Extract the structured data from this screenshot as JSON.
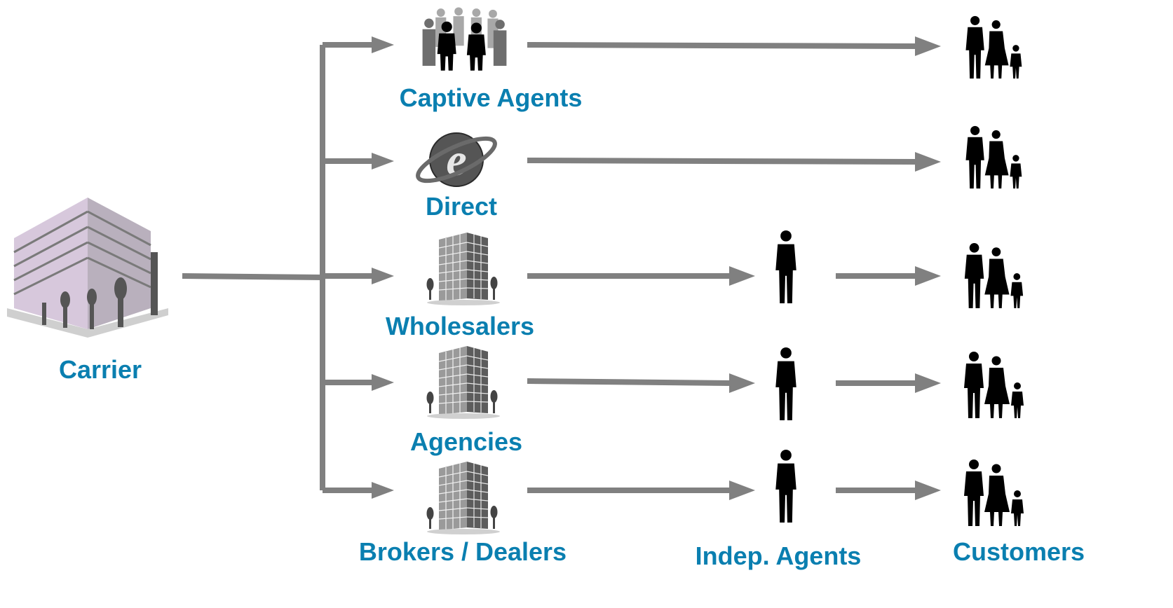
{
  "colors": {
    "label": "#0a7fb0",
    "arrow": "#808080",
    "figure": "#000000"
  },
  "nodes": {
    "carrier": {
      "label": "Carrier",
      "icon": "office-building-icon"
    },
    "channels": [
      {
        "id": "captive-agents",
        "label": "Captive Agents",
        "icon": "agent-group-icon"
      },
      {
        "id": "direct",
        "label": "Direct",
        "icon": "internet-explorer-icon"
      },
      {
        "id": "wholesalers",
        "label": "Wholesalers",
        "icon": "building-icon"
      },
      {
        "id": "agencies",
        "label": "Agencies",
        "icon": "building-icon"
      },
      {
        "id": "brokers-dealers",
        "label": "Brokers / Dealers",
        "icon": "building-icon"
      }
    ],
    "intermediary": {
      "label": "Indep. Agents",
      "icon": "person-silhouette-icon"
    },
    "customers": {
      "label": "Customers",
      "icon": "family-silhouette-icon"
    }
  }
}
